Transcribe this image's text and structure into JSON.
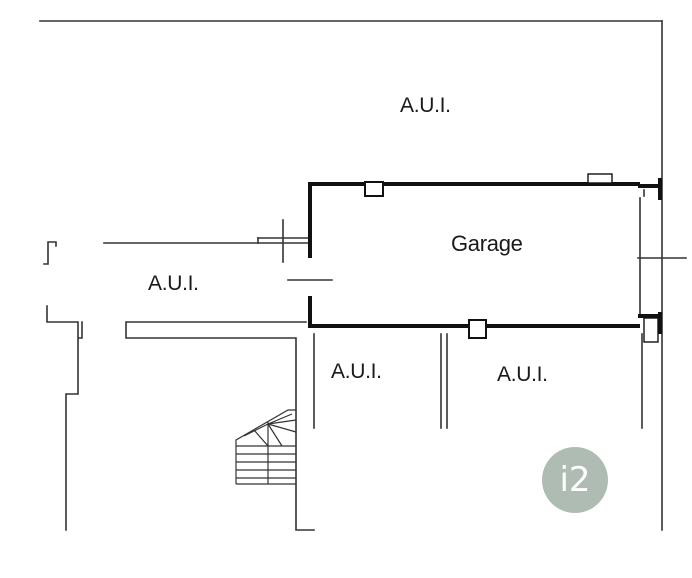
{
  "plan": {
    "rooms": {
      "aui_top": "A.U.I.",
      "garage": "Garage",
      "aui_left": "A.U.I.",
      "aui_mid": "A.U.I.",
      "aui_right": "A.U.I."
    },
    "badge": "i2"
  },
  "colors": {
    "line": "#2a2a2a",
    "badge_fill": "#aebcb3",
    "badge_text": "#ffffff"
  }
}
